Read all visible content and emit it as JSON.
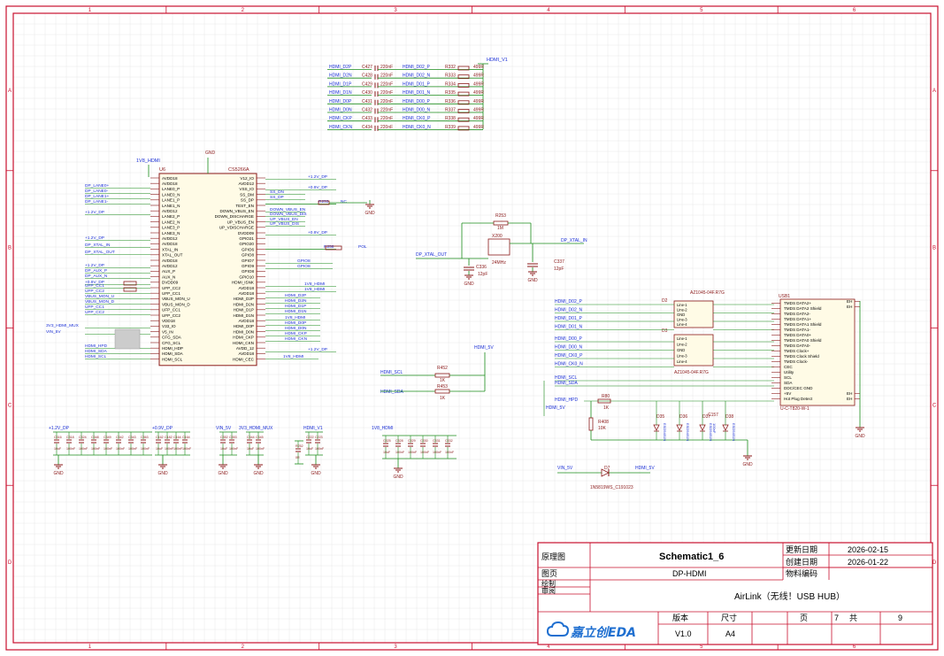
{
  "frame": {
    "col_labels": [
      "1",
      "2",
      "3",
      "4",
      "5",
      "6"
    ],
    "row_labels": [
      "A",
      "B",
      "C",
      "D"
    ]
  },
  "title_block": {
    "schematic_label": "原理图",
    "schematic_value": "Schematic1_6",
    "page_label": "图页",
    "page_value": "DP-HDMI",
    "drawn_label": "绘制",
    "review_label": "审阅",
    "update_date_label": "更新日期",
    "update_date_value": "2026-02-15",
    "create_date_label": "创建日期",
    "create_date_value": "2026-01-22",
    "material_label": "物料编码",
    "material_value": "",
    "project_value": "AirLink（无线！USB HUB）",
    "version_label": "版本",
    "version_value": "V1.0",
    "size_label": "尺寸",
    "size_value": "A4",
    "sheet_label": "页",
    "sheet_value": "7",
    "total_label": "共",
    "total_value": "9",
    "logo_text": "嘉立创EDA"
  },
  "hdmi_caps": {
    "top_net": "HDMI_V1",
    "rows": [
      {
        "net": "HDMI_D2P",
        "cap": "C427",
        "val": "220nF",
        "out": "HDMI_D02_P",
        "res": "R332",
        "rv": "499R"
      },
      {
        "net": "HDMI_D2N",
        "cap": "C428",
        "val": "220nF",
        "out": "HDMI_D02_N",
        "res": "R333",
        "rv": "499R"
      },
      {
        "net": "HDMI_D1P",
        "cap": "C429",
        "val": "220nF",
        "out": "HDMI_D01_P",
        "res": "R334",
        "rv": "499R"
      },
      {
        "net": "HDMI_D1N",
        "cap": "C430",
        "val": "220nF",
        "out": "HDMI_D01_N",
        "res": "R335",
        "rv": "499R"
      },
      {
        "net": "HDMI_D0P",
        "cap": "C431",
        "val": "220nF",
        "out": "HDMI_D00_P",
        "res": "R336",
        "rv": "499R"
      },
      {
        "net": "HDMI_D0N",
        "cap": "C432",
        "val": "220nF",
        "out": "HDMI_D00_N",
        "res": "R337",
        "rv": "499R"
      },
      {
        "net": "HDMI_CKP",
        "cap": "C433",
        "val": "220nF",
        "out": "HDMI_CK0_P",
        "res": "R338",
        "rv": "499R"
      },
      {
        "net": "HDMI_CKN",
        "cap": "C434",
        "val": "220nF",
        "out": "HDMI_CK0_N",
        "res": "R339",
        "rv": "499R"
      }
    ]
  },
  "u_main": {
    "ref": "U6",
    "part": "CS5266A",
    "supply": "1V8_HDMI",
    "gnd": "GND",
    "left_pins": [
      "AVDD18",
      "AVDD18",
      "LANE0_P",
      "LANE0_N",
      "LANE1_P",
      "LANE1_N",
      "AVDD12",
      "LANE2_P",
      "LANE2_N",
      "LANE3_P",
      "LANE3_N",
      "AVDD12",
      "AVDD18",
      "XTAL_IN",
      "XTAL_OUT",
      "AVDD18",
      "AVDD12",
      "AUX_P",
      "AUX_N",
      "DVDD09",
      "UFP_CC2",
      "UFP_CC1",
      "VBUS_MON_U",
      "VBUS_MON_D",
      "UFP_CC1",
      "UFP_CC2",
      "VDD18",
      "V33_IO",
      "V5_IN",
      "CFG_SDA",
      "CFG_SCL",
      "HDMI_HDP",
      "HDMI_SDA",
      "HDMI_SCL"
    ],
    "right_pins": [
      "V12_IO",
      "AVDD12",
      "VSS_IO",
      "SS_DM",
      "SS_DP",
      "TEST_EN",
      "DOWN_VBUS_EN",
      "DOWN_DISCHARGE",
      "UP_VBUS_EN",
      "UP_VDISCHARGE",
      "DVDD09",
      "GPIO21",
      "GPIO20",
      "GPIO6",
      "GPIO8",
      "GPIO7",
      "GPIO9",
      "GPIO8",
      "GPIO10",
      "HDMI_ISNK",
      "AVDD18",
      "AVDD18",
      "HDMI_D2P",
      "HDMI_D2N",
      "HDMI_D1P",
      "HDMI_D1N",
      "AVDD18",
      "HDMI_D0P",
      "HDMI_D0N",
      "HDMI_CKP",
      "HDMI_CKN",
      "AVDD_12",
      "AVDD18",
      "HDMI_CEC"
    ],
    "left_nets": [
      {
        "label": "DP_LANE0+"
      },
      {
        "label": "DP_LANE0-"
      },
      {
        "label": "DP_LANE1+"
      },
      {
        "label": "DP_LANE1-"
      },
      {
        "label": "+1.2V_DP"
      },
      {
        "label": "+1.2V_DP"
      },
      {
        "label": "DP_XTAL_IN"
      },
      {
        "label": "DP_XTAL_OUT"
      },
      {
        "label": "+1.2V_DP"
      },
      {
        "label": "DP_AUX_P"
      },
      {
        "label": "DP_AUX_N"
      },
      {
        "label": "+0.9V_DP"
      },
      {
        "label": "UFP_CC1"
      },
      {
        "label": "UFP_CC2"
      },
      {
        "label": "VBUS_MON_U"
      },
      {
        "label": "VBUS_MON_D"
      },
      {
        "label": "UFP_CC1"
      },
      {
        "label": "UFP_CC2"
      },
      {
        "label": "3V3_HDMI_MUX"
      },
      {
        "label": "VIN_5V"
      },
      {
        "label": "HDMI_HPD"
      },
      {
        "label": "HDMI_SDA"
      },
      {
        "label": "HDMI_SCL"
      }
    ],
    "right_nets": [
      {
        "label": "+1.2V_DP"
      },
      {
        "label": "+0.9V_DP"
      },
      {
        "label": "SS_DN"
      },
      {
        "label": "SS_DP"
      },
      {
        "label": "R253"
      },
      {
        "label": "NC"
      },
      {
        "label": "DOWN_VBUS_EN"
      },
      {
        "label": "DOWN_VBUS_DIS"
      },
      {
        "label": "UP_VBUS_EN"
      },
      {
        "label": "UP_VBUS_DIS"
      },
      {
        "label": "+0.9V_DP"
      },
      {
        "label": "R258"
      },
      {
        "label": "POL"
      },
      {
        "label": "GPIO8"
      },
      {
        "label": "GPIO8"
      },
      {
        "label": "1V8_HDMI"
      },
      {
        "label": "1V8_HDMI"
      },
      {
        "label": "HDMI_D2P"
      },
      {
        "label": "HDMI_D2N"
      },
      {
        "label": "HDMI_D1P"
      },
      {
        "label": "HDMI_D1N"
      },
      {
        "label": "1V8_HDMI"
      },
      {
        "label": "HDMI_D0P"
      },
      {
        "label": "HDMI_D0N"
      },
      {
        "label": "HDMI_CKP"
      },
      {
        "label": "HDMI_CKN"
      },
      {
        "label": "+1.2V_DP"
      },
      {
        "label": "1V8_HDMI"
      }
    ]
  },
  "crystal": {
    "res_ref": "R253",
    "res_val": "1M",
    "xtal_ref": "X200",
    "xtal_val": "24MHz",
    "in_net": "DP_XTAL_IN",
    "out_net": "DP_XTAL_OUT",
    "c1_ref": "C336",
    "c1_val": "12pF",
    "c2_ref": "C337",
    "c2_val": "12pF",
    "gnd": "GND"
  },
  "i2c": {
    "supply": "HDMI_5V",
    "scl_net": "HDMI_SCL",
    "sda_net": "HDMI_SDA",
    "r1_ref": "R452",
    "r1_val": "1K",
    "r2_ref": "R453",
    "r2_val": "1K"
  },
  "esd": {
    "ref": "D2",
    "part": "AZ1045-04F.R7G",
    "ref2": "D3",
    "part2": "AZ1045-04F.R7G",
    "left_nets": [
      "HDMI_D02_P",
      "HDMI_D02_N",
      "HDMI_D01_P",
      "HDMI_D01_N",
      "HDMI_D00_P",
      "HDMI_D00_N",
      "HDMI_CK0_P",
      "HDMI_CK0_N"
    ],
    "hpd_net": "HDMI_HPD",
    "supply_net": "HDMI_5V",
    "scl_net": "HDMI_SCL",
    "sda_net": "HDMI_SDA",
    "pins": [
      "Line-1",
      "Line-2",
      "GND",
      "Line-3",
      "Line-4"
    ]
  },
  "connector": {
    "ref": "USB1",
    "part": "U-C-T820-W-1",
    "pins": [
      "TMDS DATA2+",
      "TMDS DATA2 Shield",
      "TMDS DATA2-",
      "TMDS DATA1+",
      "TMDS DATA1 Shield",
      "TMDS DATA1-",
      "TMDS DATA0+",
      "TMDS DATA0 Shield",
      "TMDS DATA0-",
      "TMDS Clock+",
      "TMDS Clock Shield",
      "TMDS Clock-",
      "CEC",
      "Utility",
      "SCL",
      "SDA",
      "DDC/CEC GND",
      "+5V",
      "Hot Plug Detect"
    ],
    "shell_pins": [
      "EH",
      "EH",
      "EH",
      "EH"
    ],
    "gnd": "GND"
  },
  "hpd_circuit": {
    "r1_ref": "R80",
    "r1_val": "1K",
    "r2_ref": "R408",
    "r2_val": "10K",
    "tvs": [
      {
        "ref": "D35",
        "part": "ESD5451N"
      },
      {
        "ref": "D36",
        "part": "ESD5451N"
      },
      {
        "ref": "D37",
        "part": "ESD5451N"
      },
      {
        "ref": "D38",
        "part": "ESD5451N"
      }
    ],
    "cap_ref": "C157",
    "cap_val": "100nF",
    "diode_ref": "D7",
    "diode_part": "1N5819WS_C191023",
    "vin_net": "VIN_5V",
    "out_net": "HDMI_5V",
    "gnd": "GND"
  },
  "decoupling": [
    {
      "net": "+1.2V_DP",
      "caps": [
        "C316",
        "C318",
        "C324",
        "C348",
        "C349",
        "C342",
        "C343",
        "C363"
      ],
      "vals": [
        "10uF",
        "100nF",
        "100nF",
        "100nF",
        "100nF",
        "100nF",
        "100nF",
        "100nF"
      ]
    },
    {
      "net": "+0.9V_DP",
      "caps": [
        "C162",
        "C182",
        "C164",
        "C164"
      ],
      "vals": [
        "10uF",
        "100nF",
        "100nF",
        "100nF"
      ]
    },
    {
      "net": "VIN_5V",
      "caps": [
        "C352",
        "C353"
      ],
      "vals": [
        "10uF",
        "100nF"
      ]
    },
    {
      "net": "3V3_HDMI_MUX",
      "caps": [
        "C344",
        "C345"
      ],
      "vals": [
        "10uF",
        "100nF"
      ]
    },
    {
      "net": "",
      "caps": [
        "R252"
      ],
      "vals": [
        "0R"
      ]
    },
    {
      "net": "HDMI_V1",
      "caps": [
        "C222",
        "C223"
      ],
      "vals": [
        "10uF",
        "100nF"
      ]
    },
    {
      "net": "1V8_HDMI",
      "caps": [
        "C325",
        "C328",
        "C329",
        "C330",
        "C331",
        "C332"
      ],
      "vals": [
        "10uF",
        "100nF",
        "100nF",
        "100nF",
        "100nF",
        "100nF"
      ]
    }
  ]
}
